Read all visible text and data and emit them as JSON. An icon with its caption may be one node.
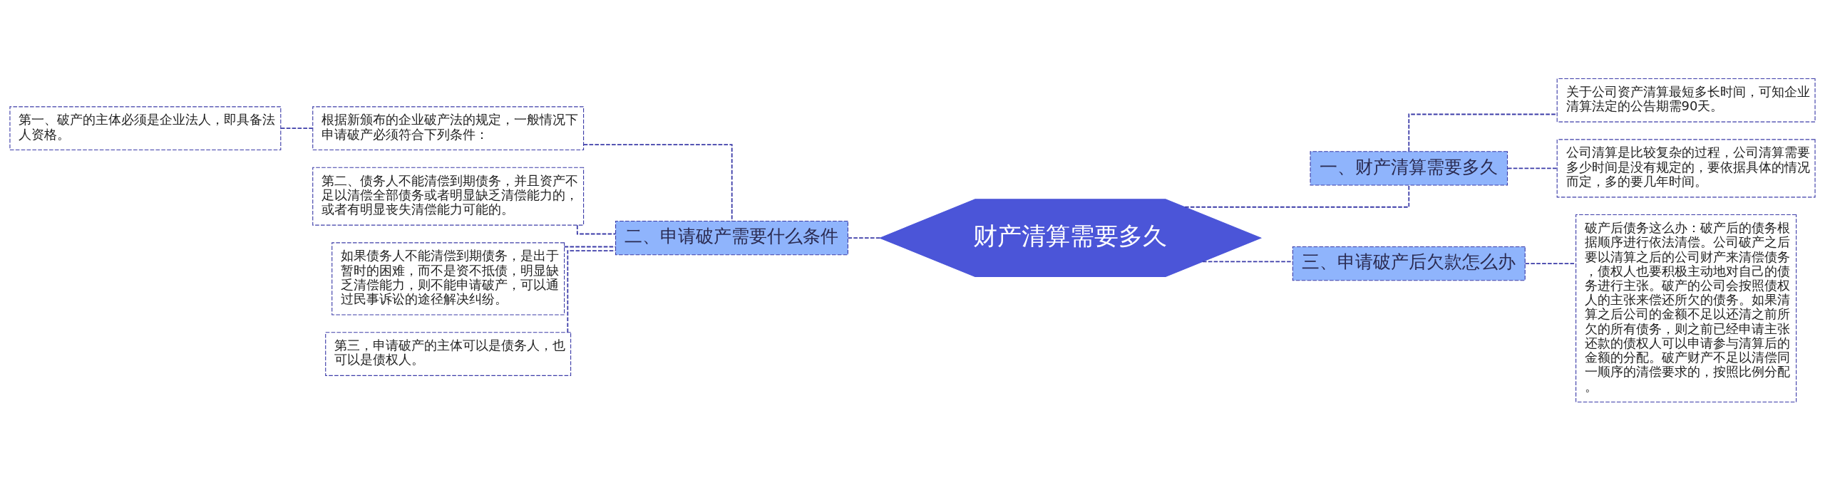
{
  "diagram": {
    "nodes": [
      {
        "text": [
          "财产清算需要多久"
        ]
      },
      {
        "text": [
          "二、申请破产需要什么条件"
        ]
      },
      {
        "text": [
          "根据新颁布的企业破产法的规定，一般情况下申请破产必须符合下列条件："
        ]
      },
      {
        "text": [
          "第一、破产的主体必须是企业法人，即具备法人资格。"
        ]
      },
      {
        "text": [
          "第二、债务人不能清偿到期债务，并且资产不足以清偿全部债务或者明显缺乏清偿能力的，或者有明显丧失清偿能力可能的。"
        ]
      },
      {
        "text": [
          "如果债务人不能清偿到期债务，是出于暂时的困难，而不是资不抵债，明显缺乏清偿能力，则不能申请破产，可以通过民事诉讼的途径解决纠纷。"
        ]
      },
      {
        "text": [
          "第三，申请破产的主体可以是债务人，也可以是债权人。"
        ]
      },
      {
        "text": [
          "一、财产清算需要多久"
        ]
      },
      {
        "text": [
          "关于公司资产清算最短多长时间，可知企业清算法定的公告期需90天。"
        ]
      },
      {
        "text": [
          "公司清算是比较复杂的过程，公司清算需要多少时间是没有规定的，要依据具体的情况而定，多的要几年时间。"
        ]
      },
      {
        "text": [
          "三、申请破产后欠款怎么办"
        ]
      },
      {
        "text": [
          "破产后债务这么办：破产后的债务根据顺序进行依法清偿。公司破产之后要以清算之后的公司财产来清偿债务，债权人也要积极主动地对自己的债务进行主张。破产的公司会按照债权人的主张来偿还所欠的债务。如果清算之后公司的金额不足以还清之前所欠的所有债务，则之前已经申请主张还款的债权人可以申请参与清算后的金额的分配。破产财产不足以清偿同一顺序的清偿要求的，按照比例分配。"
        ]
      }
    ],
    "edges": [
      {
        "from": 0,
        "to": 1,
        "arrow": "none",
        "style": "dashed"
      },
      {
        "from": 1,
        "to": 2,
        "arrow": "none",
        "style": "dashed"
      },
      {
        "from": 2,
        "to": 3,
        "arrow": "none",
        "style": "dashed"
      },
      {
        "from": 1,
        "to": 4,
        "arrow": "none",
        "style": "dashed"
      },
      {
        "from": 1,
        "to": 5,
        "arrow": "none",
        "style": "dashed"
      },
      {
        "from": 1,
        "to": 6,
        "arrow": "none",
        "style": "dashed"
      },
      {
        "from": 0,
        "to": 7,
        "arrow": "none",
        "style": "dashed"
      },
      {
        "from": 7,
        "to": 8,
        "arrow": "none",
        "style": "dashed"
      },
      {
        "from": 7,
        "to": 9,
        "arrow": "none",
        "style": "dashed"
      },
      {
        "from": 0,
        "to": 10,
        "arrow": "none",
        "style": "dashed"
      },
      {
        "from": 10,
        "to": 11,
        "arrow": "none",
        "style": "dashed"
      }
    ]
  }
}
